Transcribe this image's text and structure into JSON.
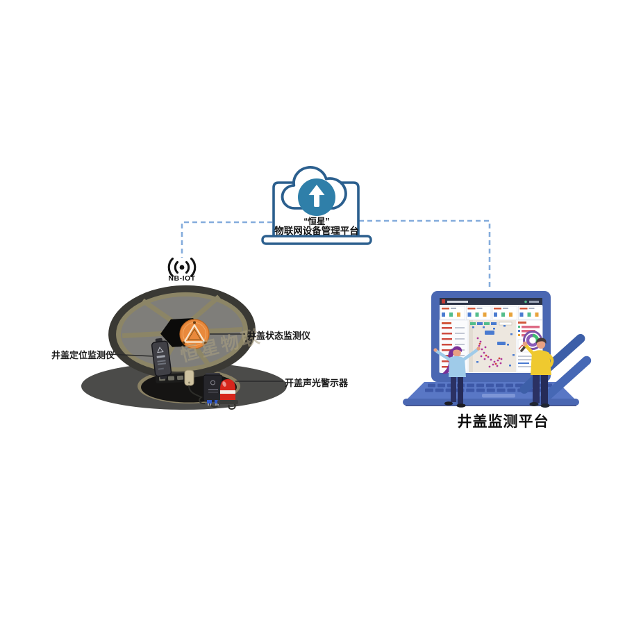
{
  "diagram": {
    "cloud_platform": {
      "title_line1": "“恒星”",
      "title_line2": "物联网设备管理平台"
    },
    "nbiot": {
      "label": "NB-IOT"
    },
    "watermark": {
      "text": "恒星物联"
    },
    "devices": [
      {
        "id": "status_monitor",
        "label": "井盖状态监测仪"
      },
      {
        "id": "position_monitor",
        "label": "井盖定位监测仪"
      },
      {
        "id": "open_alarm",
        "label": "开盖声光警示器"
      }
    ],
    "platform_caption": {
      "text": "井盖监测平台"
    },
    "colors": {
      "outline_blue": "#2B5F8E",
      "upload_teal": "#2F7FA9",
      "dash_blue": "#84ACDC",
      "laptop_blue": "#4A67B2",
      "cover_gray": "#7F7E7A",
      "cover_olive": "#8C8566",
      "device_orange": "#E9893C",
      "alarm_red": "#D7261C",
      "shirt_yellow": "#EFC92F",
      "hair_purple": "#7A3097"
    }
  }
}
